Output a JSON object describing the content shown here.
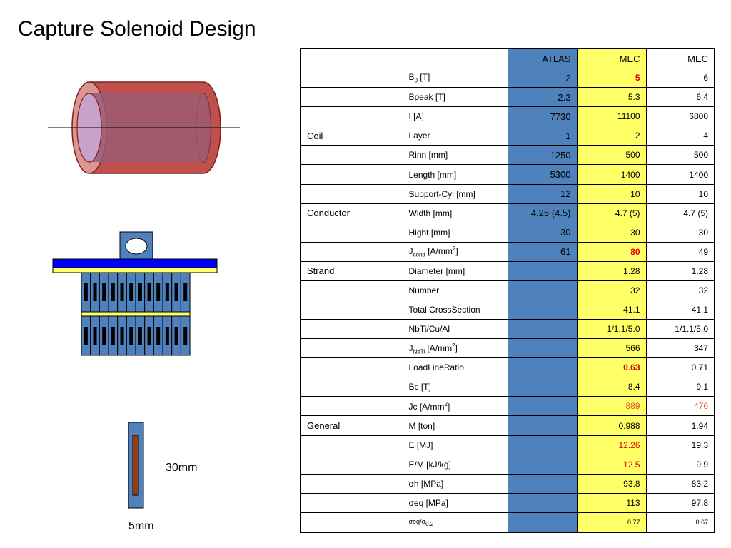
{
  "title": "Capture Solenoid Design",
  "labels": {
    "height": "30mm",
    "width": "5mm"
  },
  "colors": {
    "atlas": "#4f81bd",
    "mec_highlight": "#ffff66",
    "emphasis": "#e00000",
    "coil_red": "#c0504d"
  },
  "table": {
    "headers": [
      "",
      "",
      "ATLAS",
      "MEC",
      "MEC"
    ],
    "rows": [
      {
        "cat": "",
        "param": "B",
        "sub": "0",
        "unit": " [T]",
        "atlas": "2",
        "mec1": "5",
        "mec2": "6",
        "mec1_style": "red bold"
      },
      {
        "cat": "",
        "param": "Bpeak [T]",
        "atlas": "2.3",
        "mec1": "5.3",
        "mec2": "6.4"
      },
      {
        "cat": "",
        "param": "I [A]",
        "atlas": "7730",
        "mec1": "11100",
        "mec2": "6800"
      },
      {
        "cat": "Coil",
        "param": "Layer",
        "atlas": "1",
        "mec1": "2",
        "mec2": "4"
      },
      {
        "cat": "",
        "param": "Rinn [mm]",
        "atlas": "1250",
        "mec1": "500",
        "mec2": "500"
      },
      {
        "cat": "",
        "param": "Length [mm]",
        "atlas": "5300",
        "mec1": "1400",
        "mec2": "1400"
      },
      {
        "cat": "",
        "param": "Support-Cyl [mm]",
        "atlas": "12",
        "mec1": "10",
        "mec2": "10"
      },
      {
        "cat": "Conductor",
        "param": "Width [mm]",
        "atlas": "4.25 (4.5)",
        "mec1": "4.7 (5)",
        "mec2": "4.7 (5)"
      },
      {
        "cat": "",
        "param": "Hight [mm]",
        "atlas": "30",
        "mec1": "30",
        "mec2": "30"
      },
      {
        "cat": "",
        "param": "J",
        "sub": "cond",
        "unit": " [A/mm",
        "sup": "2",
        "unit2": "]",
        "atlas": "61",
        "mec1": "80",
        "mec2": "49",
        "mec1_style": "red bold"
      },
      {
        "cat": "Strand",
        "param": "Diameter [mm]",
        "atlas": "",
        "mec1": "1.28",
        "mec2": "1.28"
      },
      {
        "cat": "",
        "param": "Number",
        "atlas": "",
        "mec1": "32",
        "mec2": "32"
      },
      {
        "cat": "",
        "param": "Total CrossSection",
        "atlas": "",
        "mec1": "41.1",
        "mec2": "41.1"
      },
      {
        "cat": "",
        "param": "NbTi/Cu/Al",
        "atlas": "",
        "mec1": "1/1.1/5.0",
        "mec2": "1/1.1/5.0"
      },
      {
        "cat": "",
        "param": "J",
        "sub": "NbTi",
        "unit": " [A/mm",
        "sup": "2",
        "unit2": "]",
        "atlas": "",
        "mec1": "566",
        "mec2": "347"
      },
      {
        "cat": "",
        "param": "LoadLineRatio",
        "atlas": "",
        "mec1": "0.63",
        "mec2": "0.71",
        "mec1_style": "red bold"
      },
      {
        "cat": "",
        "param": "Bc [T]",
        "atlas": "",
        "mec1": "8.4",
        "mec2": "9.1"
      },
      {
        "cat": "",
        "param": "Jc [A/mm",
        "sup": "2",
        "unit2": "]",
        "atlas": "",
        "mec1": "889",
        "mec2": "476",
        "mec1_style": "orange",
        "mec2_style": "orange"
      },
      {
        "cat": "General",
        "param": "M [ton]",
        "atlas": "",
        "mec1": "0.988",
        "mec2": "1.94"
      },
      {
        "cat": "",
        "param": "E [MJ]",
        "atlas": "",
        "mec1": "12.26",
        "mec2": "19.3",
        "mec1_style": "red"
      },
      {
        "cat": "",
        "param": "E/M [kJ/kg]",
        "atlas": "",
        "mec1": "12.5",
        "mec2": "9.9",
        "mec1_style": "red"
      },
      {
        "cat": "",
        "param": "σh [MPa]",
        "atlas": "",
        "mec1": "93.8",
        "mec2": "83.2"
      },
      {
        "cat": "",
        "param": "σeq [MPa]",
        "atlas": "",
        "mec1": "113",
        "mec2": "97.8"
      },
      {
        "cat": "",
        "param": "σeq/σ",
        "sub": "0.2",
        "atlas": "",
        "mec1": "0.77",
        "mec2": "0.67",
        "small": true
      }
    ]
  }
}
